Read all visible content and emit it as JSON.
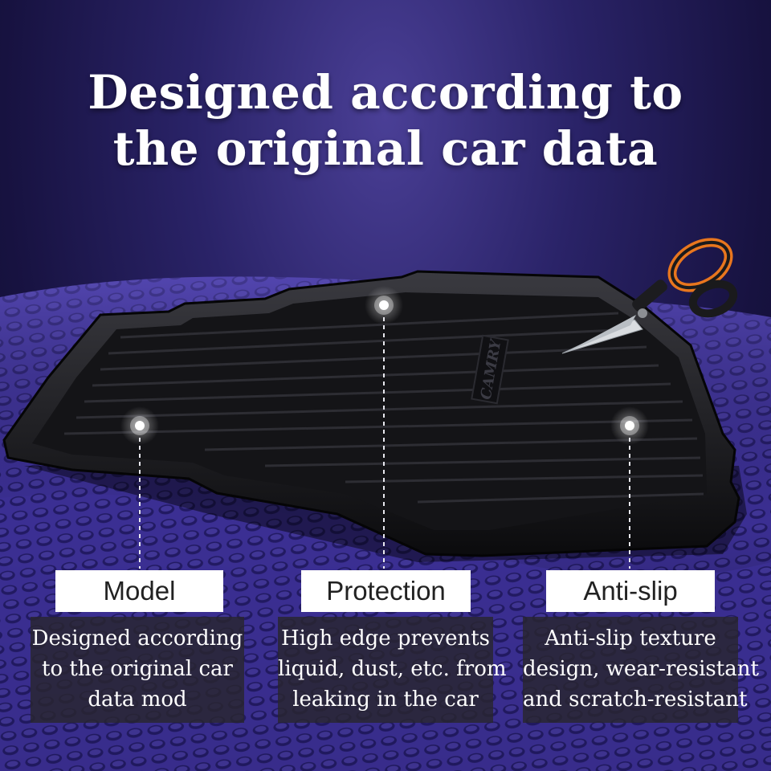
{
  "headline": {
    "line1": "Designed according to",
    "line2": "the original car data"
  },
  "mat": {
    "logo_text": "CAMRY",
    "color": "#121214",
    "accent_color": "#e8761e"
  },
  "features": [
    {
      "title": "Model",
      "description": [
        "Designed according",
        "to the original car",
        "data mod"
      ]
    },
    {
      "title": "Protection",
      "description": [
        "High edge prevents",
        "liquid, dust, etc. from",
        "leaking in the car"
      ]
    },
    {
      "title": "Anti-slip",
      "description": [
        "Anti-slip texture",
        "design, wear-resistant",
        "and scratch-resistant"
      ]
    }
  ]
}
